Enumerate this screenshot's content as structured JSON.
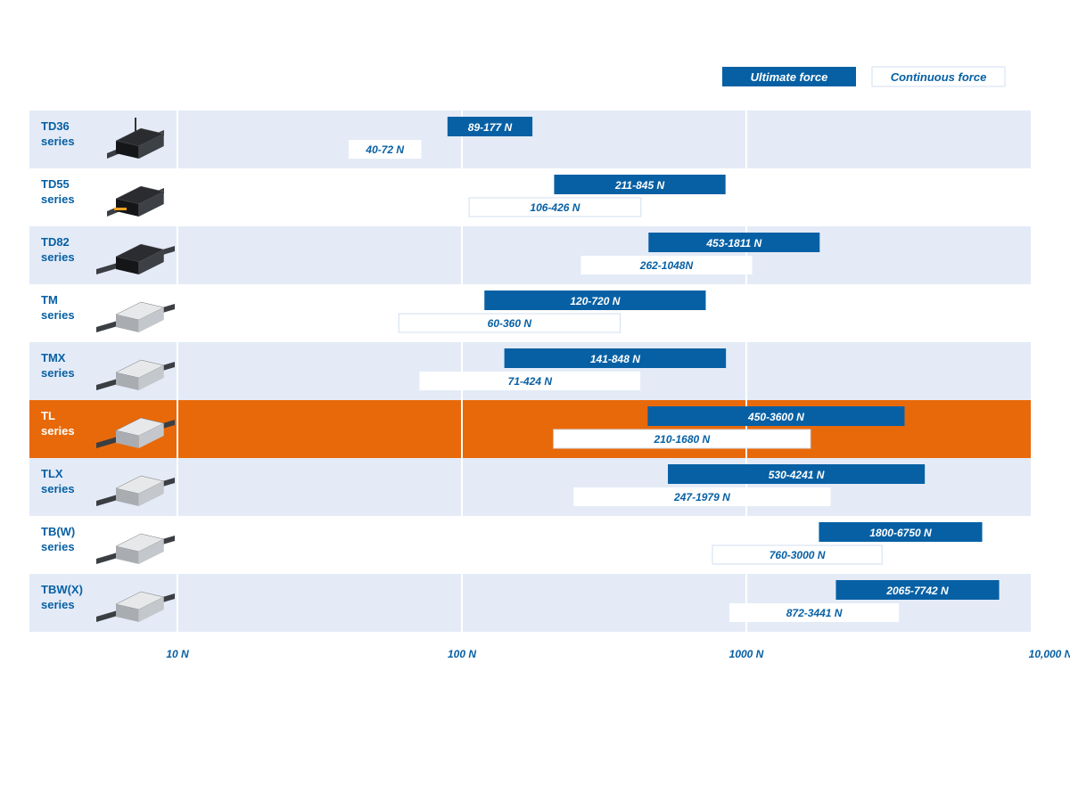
{
  "chart_data": {
    "type": "bar",
    "subtype": "horizontal-range",
    "x_scale": "log",
    "xlim": [
      10,
      10000
    ],
    "x_ticks": [
      {
        "value": 10,
        "label": "10 N"
      },
      {
        "value": 100,
        "label": "100 N"
      },
      {
        "value": 1000,
        "label": "1000 N"
      },
      {
        "value": 10000,
        "label": "10,000 N"
      }
    ],
    "grid": "vertical",
    "legend": {
      "placement": "top-right",
      "items": [
        {
          "name": "Ultimate force",
          "style": "filled"
        },
        {
          "name": "Continuous force",
          "style": "outline"
        }
      ]
    },
    "colors": {
      "ultimate": "#0760a4",
      "continuous": "#ffffff",
      "label": "#0760a4",
      "label_on_dark": "#ffffff",
      "band": "#e4ebf7",
      "highlight": "#e8690a",
      "outline": "#d3dff0"
    },
    "categories": [
      {
        "name_line1": "TD36",
        "name_line2": "series",
        "ultimate": [
          89,
          177
        ],
        "ultimate_label": "89-177 N",
        "continuous": [
          40,
          72
        ],
        "continuous_label": "40-72 N",
        "highlight": false,
        "banded": true
      },
      {
        "name_line1": "TD55",
        "name_line2": "series",
        "ultimate": [
          211,
          845
        ],
        "ultimate_label": "211-845 N",
        "continuous": [
          106,
          426
        ],
        "continuous_label": "106-426 N",
        "highlight": false,
        "banded": false
      },
      {
        "name_line1": "TD82",
        "name_line2": "series",
        "ultimate": [
          453,
          1811
        ],
        "ultimate_label": "453-1811 N",
        "continuous": [
          262,
          1048
        ],
        "continuous_label": "262-1048N",
        "highlight": false,
        "banded": true
      },
      {
        "name_line1": "TM",
        "name_line2": "series",
        "ultimate": [
          120,
          720
        ],
        "ultimate_label": "120-720 N",
        "continuous": [
          60,
          360
        ],
        "continuous_label": "60-360 N",
        "highlight": false,
        "banded": false
      },
      {
        "name_line1": "TMX",
        "name_line2": "series",
        "ultimate": [
          141,
          848
        ],
        "ultimate_label": "141-848 N",
        "continuous": [
          71,
          424
        ],
        "continuous_label": "71-424 N",
        "highlight": false,
        "banded": true
      },
      {
        "name_line1": "TL",
        "name_line2": "series",
        "ultimate": [
          450,
          3600
        ],
        "ultimate_label": "450-3600 N",
        "continuous": [
          210,
          1680
        ],
        "continuous_label": "210-1680 N",
        "highlight": true,
        "banded": false
      },
      {
        "name_line1": "TLX",
        "name_line2": "series",
        "ultimate": [
          530,
          4241
        ],
        "ultimate_label": "530-4241 N",
        "continuous": [
          247,
          1979
        ],
        "continuous_label": "247-1979 N",
        "highlight": false,
        "banded": true
      },
      {
        "name_line1": "TB(W)",
        "name_line2": "series",
        "ultimate": [
          1800,
          6750
        ],
        "ultimate_label": "1800-6750 N",
        "continuous": [
          760,
          3000
        ],
        "continuous_label": "760-3000 N",
        "highlight": false,
        "banded": false
      },
      {
        "name_line1": "TBW(X)",
        "name_line2": "series",
        "ultimate": [
          2065,
          7742
        ],
        "ultimate_label": "2065-7742 N",
        "continuous": [
          872,
          3441
        ],
        "continuous_label": "872-3441 N",
        "highlight": false,
        "banded": true
      }
    ]
  }
}
